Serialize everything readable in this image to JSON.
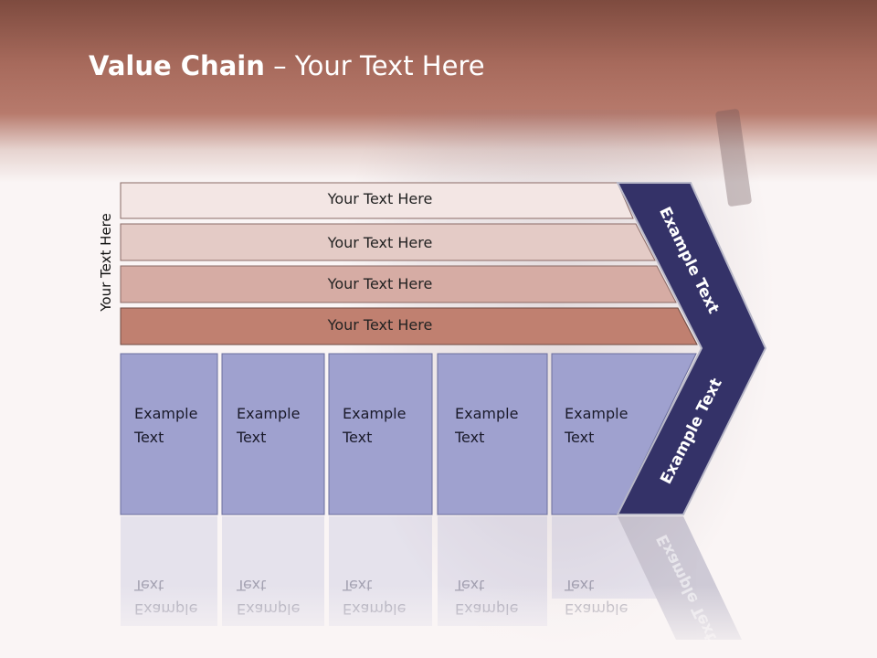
{
  "title": {
    "bold": "Value Chain",
    "rest": " – Your Text Here"
  },
  "side_label": "Your Text Here",
  "rows": [
    {
      "label": "Your Text Here",
      "color": "#f3e6e4"
    },
    {
      "label": "Your Text Here",
      "color": "#e4cbc6"
    },
    {
      "label": "Your Text Here",
      "color": "#d6aca4"
    },
    {
      "label": "Your Text Here",
      "color": "#c08070"
    }
  ],
  "columns": [
    {
      "line1": "Example",
      "line2": "Text"
    },
    {
      "line1": "Example",
      "line2": "Text"
    },
    {
      "line1": "Example",
      "line2": "Text"
    },
    {
      "line1": "Example",
      "line2": "Text"
    },
    {
      "line1": "Example",
      "line2": "Text"
    }
  ],
  "chevron": {
    "upper": "Example Text",
    "lower": "Example Text",
    "color": "#343268"
  },
  "column_color": "#9fa1cf"
}
